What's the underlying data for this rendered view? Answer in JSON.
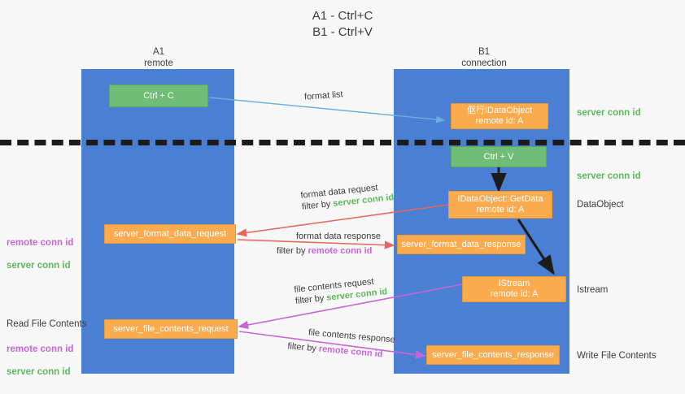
{
  "title": "A1 - Ctrl+C\nB1 - Ctrl+V",
  "colors": {
    "lane": "#4a7fd4",
    "orange": "#f9ab4e",
    "green_node": "#6fbd76",
    "server_conn": "#5cb85c",
    "remote_conn": "#c965d6",
    "red_arrow": "#e2675f",
    "blue_arrow": "#6aaee0",
    "black_arrow": "#1c1c1c",
    "background": "#f7f7f7"
  },
  "lanes": [
    {
      "id": "a1",
      "title": "A1\nremote"
    },
    {
      "id": "b1",
      "title": "B1\nconnection"
    }
  ],
  "nodes": {
    "ctrl_c": {
      "line1": "Ctrl + C",
      "line2": ""
    },
    "ctrl_v": {
      "line1": "Ctrl + V",
      "line2": ""
    },
    "idataobject": {
      "line1": "伛行IDataObject",
      "line2": "remote id: A"
    },
    "getdata": {
      "line1": "IDataObject::GetData",
      "line2": "remote id: A"
    },
    "istream": {
      "line1": "IStream",
      "line2": "remote id: A"
    },
    "format_data_request": {
      "line1": "server_format_data_request",
      "line2": ""
    },
    "format_data_response": {
      "line1": "server_format_data_response",
      "line2": ""
    },
    "file_contents_request": {
      "line1": "server_file_contents_request",
      "line2": ""
    },
    "file_contents_response": {
      "line1": "server_file_contents_response",
      "line2": ""
    }
  },
  "edge_labels": {
    "format_list": {
      "text": "format list"
    },
    "format_data_request": {
      "line1": "format data request",
      "prefix": "filter by ",
      "tag": "server conn id"
    },
    "format_data_response": {
      "line1": "format data response",
      "prefix": "filter by ",
      "tag": "remote conn id"
    },
    "file_contents_request": {
      "line1": "file contents request",
      "prefix": "filter by ",
      "tag": "server conn id"
    },
    "file_contents_response": {
      "line1": "file contents response",
      "prefix": "filter by ",
      "tag": "remote conn id"
    }
  },
  "right_labels": {
    "server_conn_top": "server conn id",
    "server_conn_second": "server conn id",
    "dataobject": "DataObject",
    "istream": "Istream",
    "write_file": "Write File Contents"
  },
  "left_labels": {
    "conn_pair_top": {
      "remote": "remote conn id",
      "server": "server conn id"
    },
    "read_file": "Read File Contents",
    "conn_pair_bottom": {
      "remote": "remote conn id",
      "server": "server conn id"
    }
  }
}
